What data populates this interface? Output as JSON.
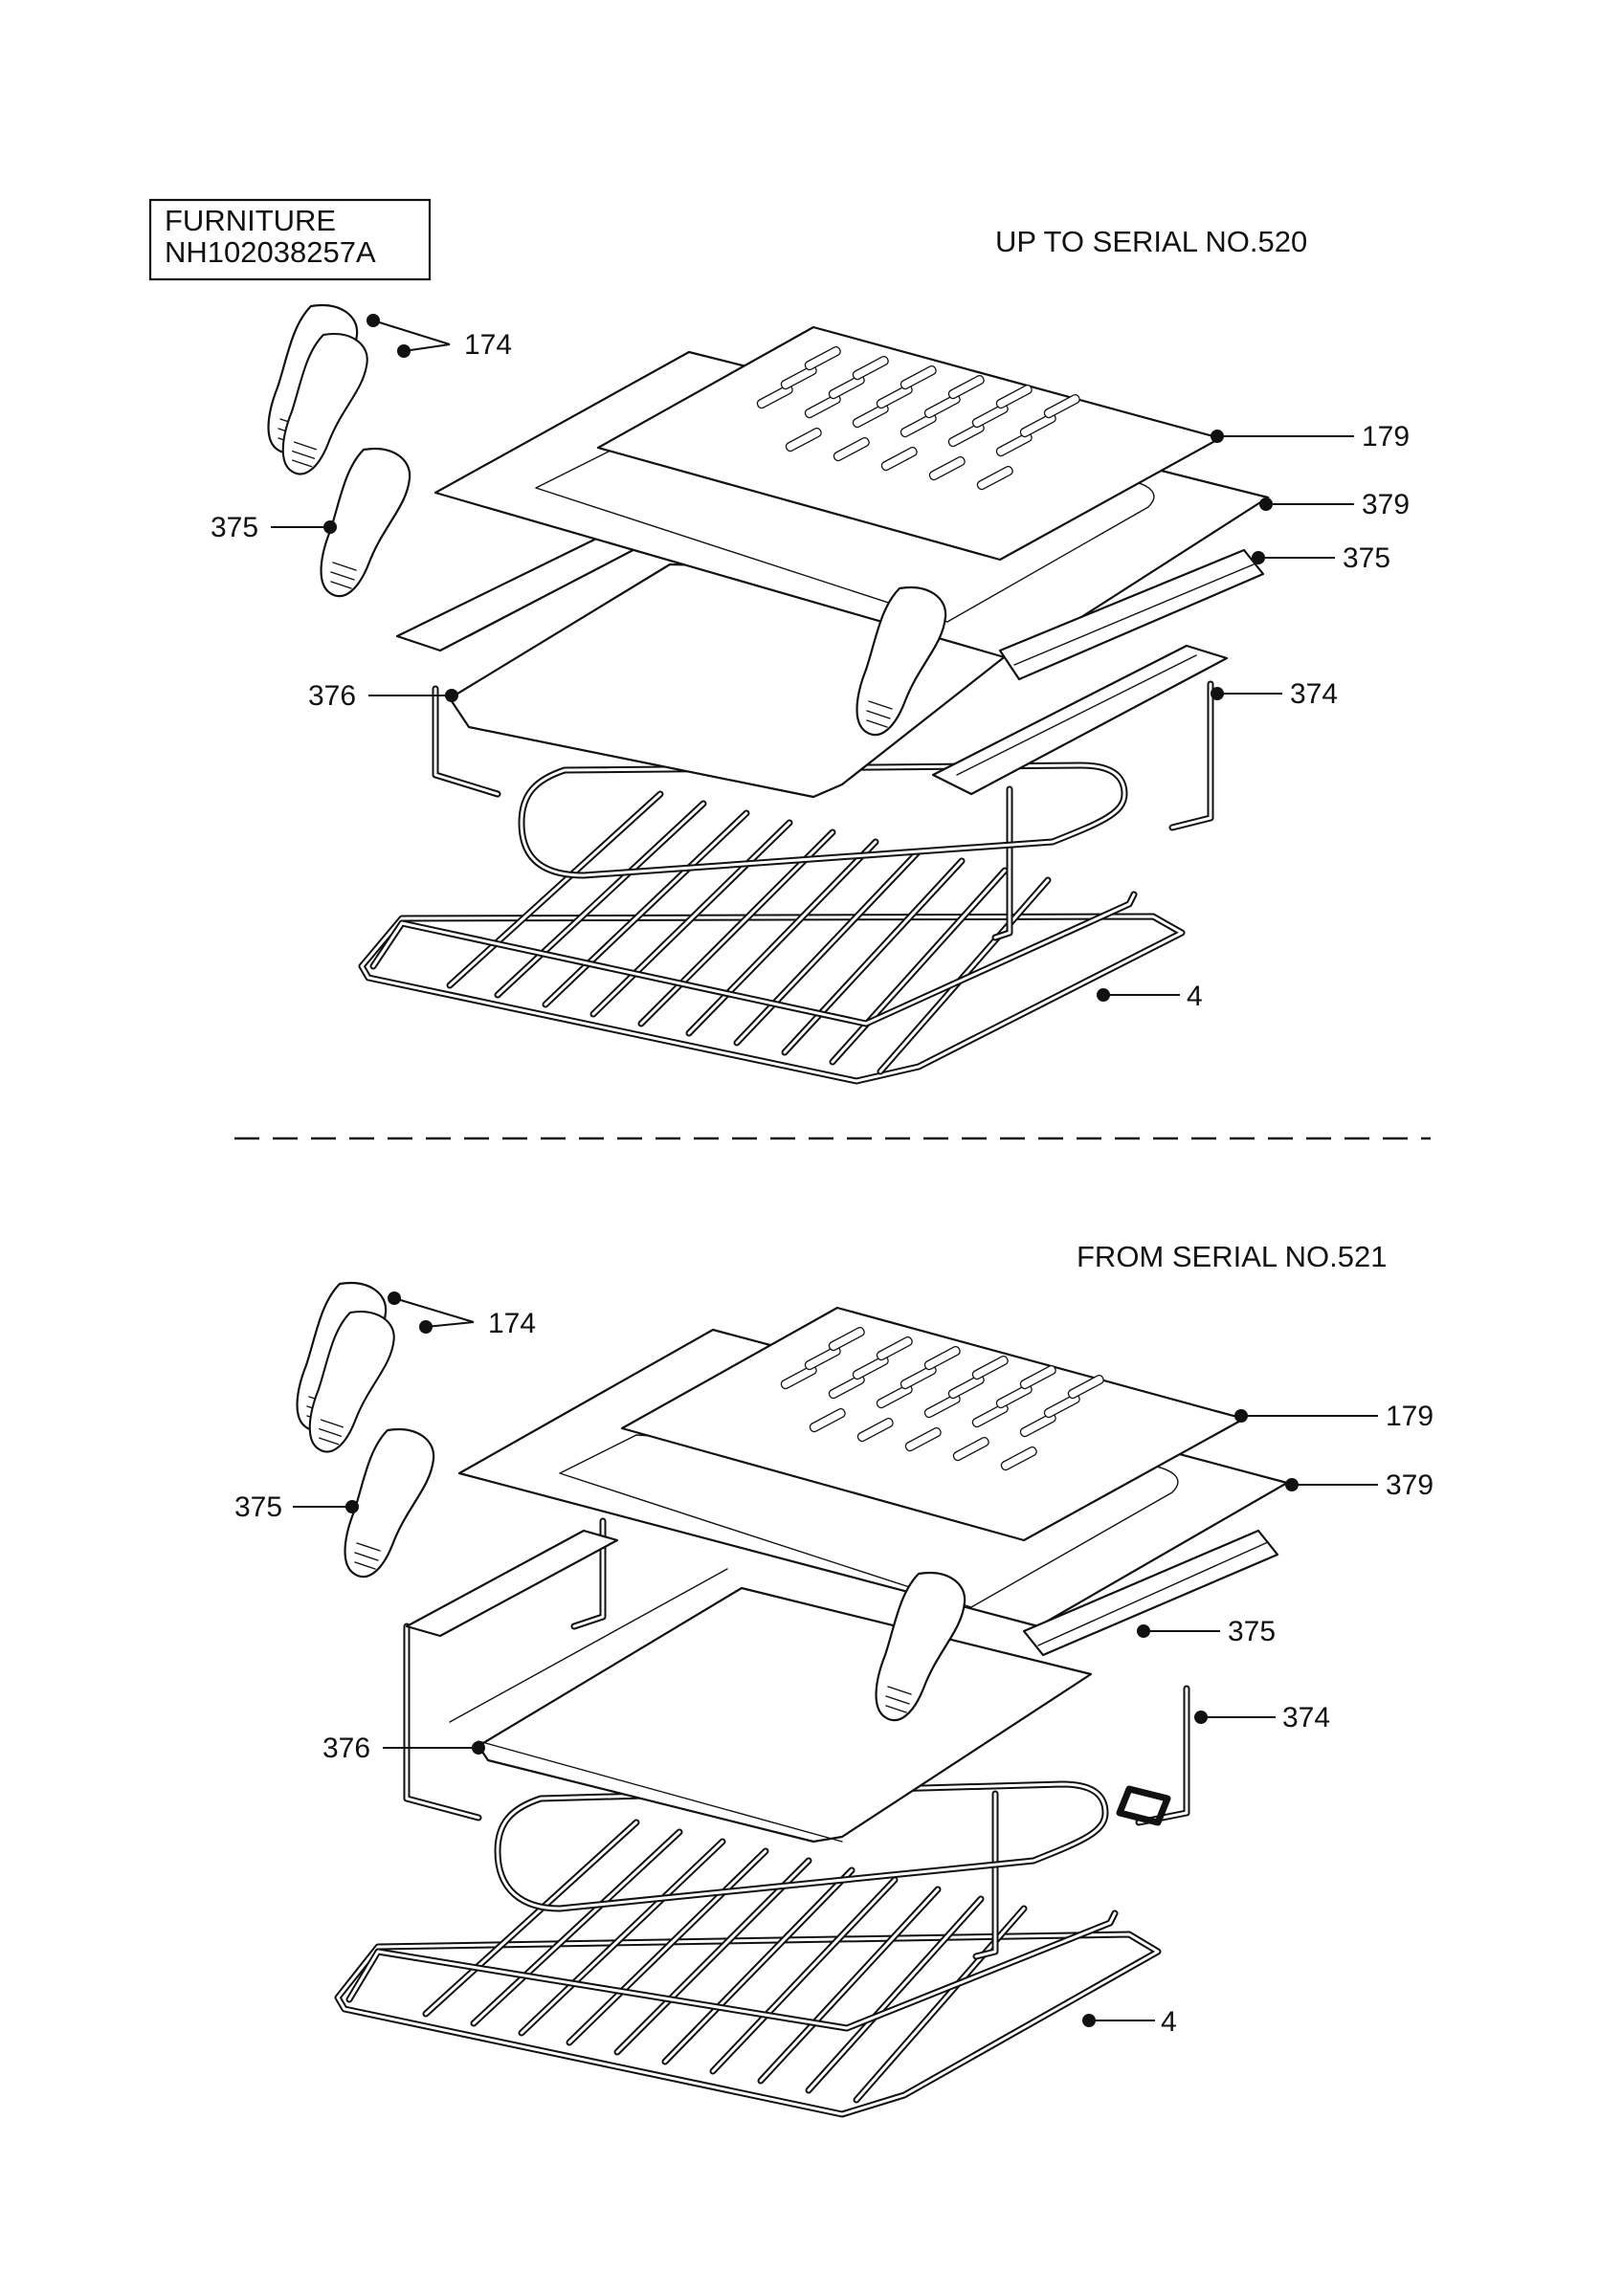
{
  "title_box": {
    "line1": "FURNITURE",
    "line2": "NH102038257A"
  },
  "sections": [
    {
      "heading": "UP TO SERIAL NO.520",
      "callouts": {
        "c174": "174",
        "c179": "179",
        "c379": "379",
        "c375_left": "375",
        "c375_right": "375",
        "c376": "376",
        "c374": "374",
        "c4": "4"
      }
    },
    {
      "heading": "FROM SERIAL NO.521",
      "callouts": {
        "c174": "174",
        "c179": "179",
        "c379": "379",
        "c375_left": "375",
        "c375_right": "375",
        "c376": "376",
        "c374": "374",
        "c4": "4"
      }
    }
  ],
  "colors": {
    "line": "#111111",
    "background": "#ffffff"
  }
}
